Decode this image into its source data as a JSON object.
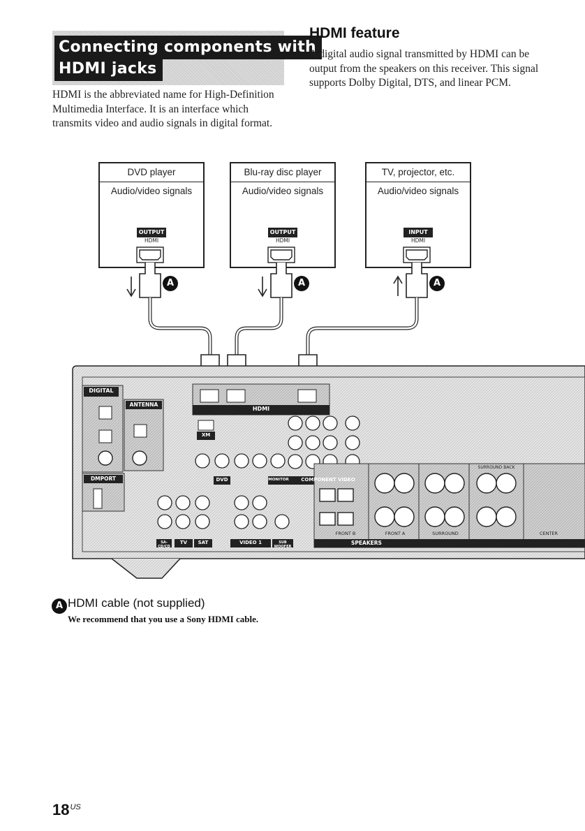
{
  "section": {
    "title_line1": "Connecting components with",
    "title_line2": "HDMI jacks",
    "intro": "HDMI is the abbreviated name for High-Definition Multimedia Interface. It is an interface which transmits video and audio signals in digital format."
  },
  "hdmi_feature": {
    "heading": "HDMI feature",
    "text": "A digital audio signal transmitted by HDMI can be output from the speakers on this receiver. This signal supports Dolby Digital, DTS, and linear PCM."
  },
  "devices": [
    {
      "name": "DVD player",
      "signal": "Audio/video signals",
      "port_label": "OUTPUT",
      "port_sub": "HDMI",
      "marker": "A"
    },
    {
      "name": "Blu-ray disc player",
      "signal": "Audio/video signals",
      "port_label": "OUTPUT",
      "port_sub": "HDMI",
      "marker": "A"
    },
    {
      "name": "TV, projector, etc.",
      "signal": "Audio/video signals",
      "port_label": "INPUT",
      "port_sub": "HDMI",
      "marker": "A"
    }
  ],
  "receiver": {
    "labels": {
      "digital": "DIGITAL",
      "antenna": "ANTENNA",
      "hdmi": "HDMI",
      "xm": "XM",
      "dmport": "DMPORT",
      "dvd": "DVD",
      "monitor": "MONITOR",
      "component_video": "COMPONENT VIDEO",
      "sa_cd_cd": "SA-CD/CD",
      "tv": "TV",
      "sat": "SAT",
      "video1": "VIDEO 1",
      "sub_woofer": "SUB WOOFER",
      "speakers": "SPEAKERS",
      "front_b": "FRONT B",
      "front_a": "FRONT A",
      "surround": "SURROUND",
      "center": "CENTER",
      "surround_back": "SURROUND BACK"
    }
  },
  "cable": {
    "marker": "A",
    "label": "HDMI cable (not supplied)",
    "note": "We recommend that you use a Sony HDMI cable."
  },
  "page": {
    "number": "18",
    "suffix": "US"
  }
}
